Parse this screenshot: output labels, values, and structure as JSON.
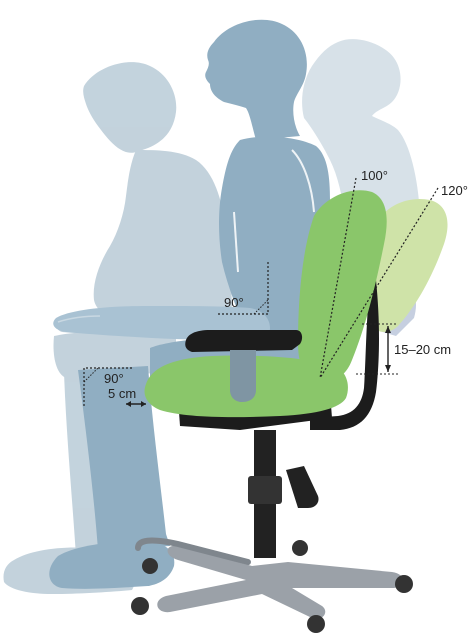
{
  "labels": {
    "angle_backrest_upright": "100°",
    "angle_backrest_reclined": "120°",
    "angle_elbow": "90°",
    "angle_knee": "90°",
    "seat_edge_gap": "5 cm",
    "lumbar_height": "15–20 cm"
  },
  "colors": {
    "background": "#ffffff",
    "figure_back": "#d7e1e8",
    "figure_mid": "#b9cbd7",
    "figure_front": "#90aec2",
    "arm_shade": "#a9c2d3",
    "seat_green": "#8ac66a",
    "backrest_green": "#8ac66a",
    "reclined_backrest": "#cfe3a8",
    "reclined_frame": "#c6cfe0",
    "frame_dark": "#1c1c1c",
    "base_grey": "#9ba1a8",
    "caster_dark": "#333333",
    "gas_lift": "#222222",
    "armrest_post": "#7f95a3",
    "dimension_line": "#222222"
  },
  "icons": {
    "arrow_both_horizontal": "double-headed-arrow",
    "arrow_both_vertical": "double-headed-arrow"
  }
}
